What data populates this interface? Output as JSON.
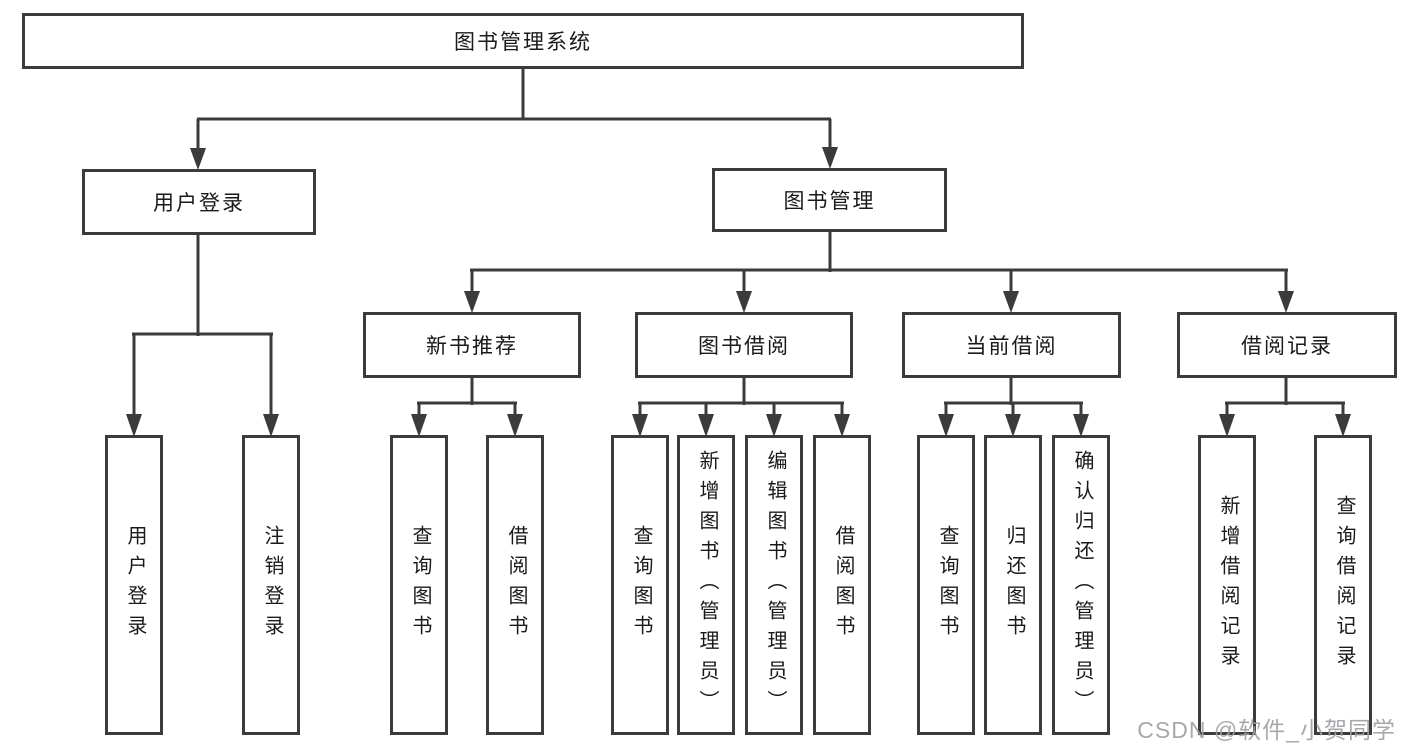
{
  "diagram": {
    "root": "图书管理系统",
    "branches": [
      {
        "label": "用户登录",
        "leaves": [
          "用户登录",
          "注销登录"
        ]
      },
      {
        "label": "图书管理",
        "groups": [
          {
            "label": "新书推荐",
            "leaves": [
              "查询图书",
              "借阅图书"
            ]
          },
          {
            "label": "图书借阅",
            "leaves": [
              "查询图书",
              "新增图书（管理员）",
              "编辑图书（管理员）",
              "借阅图书"
            ]
          },
          {
            "label": "当前借阅",
            "leaves": [
              "查询图书",
              "归还图书",
              "确认归还（管理员）"
            ]
          },
          {
            "label": "借阅记录",
            "leaves": [
              "新增借阅记录",
              "查询借阅记录"
            ]
          }
        ]
      }
    ]
  },
  "watermark": "CSDN @软件_小贺同学",
  "colors": {
    "line": "#3b3b3b",
    "box_border": "#3b3b3b",
    "box_background": "#ffffff",
    "text": "#1a1a1a",
    "watermark": "#9e9ea3"
  }
}
